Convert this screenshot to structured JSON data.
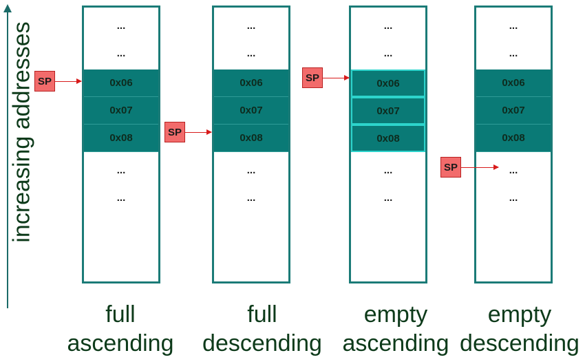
{
  "axis": {
    "label": "increasing addresses"
  },
  "sp_label": "SP",
  "stacks": [
    {
      "cells": [
        "...",
        "...",
        "0x06",
        "0x07",
        "0x08",
        "...",
        "..."
      ],
      "label_line1": "full",
      "label_line2": "ascending",
      "sp_points_to_slot": 2
    },
    {
      "cells": [
        "...",
        "...",
        "0x06",
        "0x07",
        "0x08",
        "...",
        "..."
      ],
      "label_line1": "full",
      "label_line2": "descending",
      "sp_points_to_slot": 4
    },
    {
      "cells": [
        "...",
        "...",
        "0x06",
        "0x07",
        "0x08",
        "...",
        "..."
      ],
      "label_line1": "empty",
      "label_line2": "ascending",
      "sp_points_to_slot": 2
    },
    {
      "cells": [
        "...",
        "...",
        "0x06",
        "0x07",
        "0x08",
        "...",
        "..."
      ],
      "label_line1": "empty",
      "label_line2": "descending",
      "sp_points_to_slot": 5
    }
  ],
  "colors": {
    "occupied_cell": "#0a7a76",
    "stack_border": "#1b7b77",
    "sp_box": "#f26b6b",
    "sp_arrow": "#d81b1b",
    "text": "#0d3a1a"
  }
}
